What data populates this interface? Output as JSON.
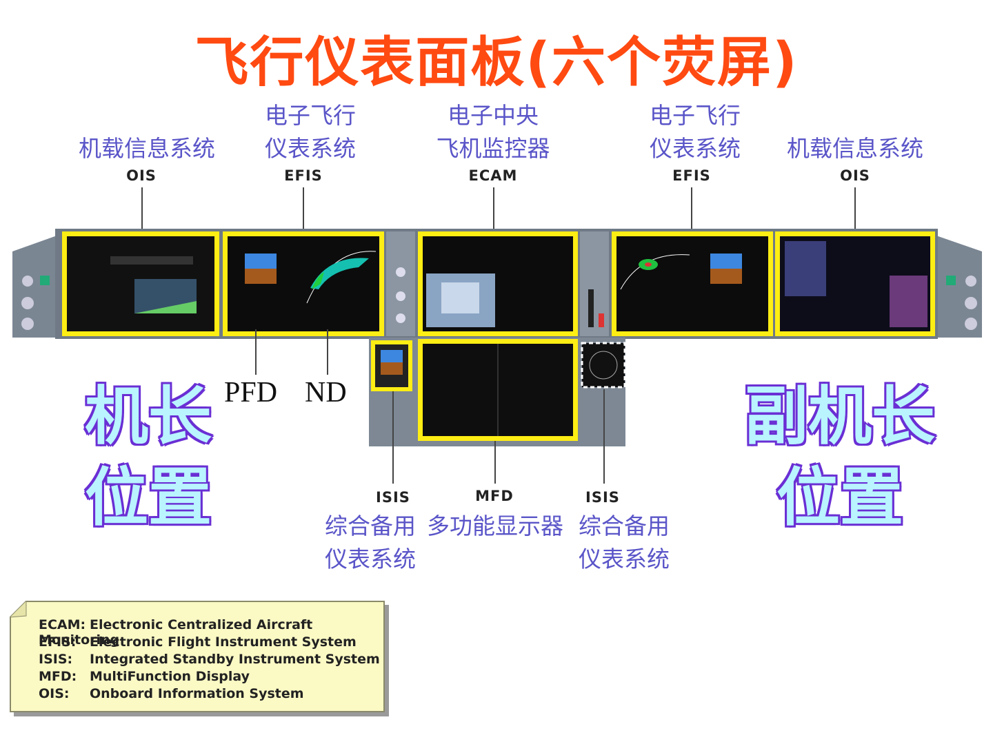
{
  "title": "飞行仪表面板(六个荧屏)",
  "top_labels": [
    {
      "cn": [
        "机载信息系统"
      ],
      "en": "OIS"
    },
    {
      "cn": [
        "电子飞行",
        "仪表系统"
      ],
      "en": "EFIS"
    },
    {
      "cn": [
        "电子中央",
        "飞机监控器"
      ],
      "en": "ECAM"
    },
    {
      "cn": [
        "电子飞行",
        "仪表系统"
      ],
      "en": "EFIS"
    },
    {
      "cn": [
        "机载信息系统"
      ],
      "en": "OIS"
    }
  ],
  "sub_labels": {
    "pfd": "PFD",
    "nd": "ND"
  },
  "bottom_labels": [
    {
      "en": "ISIS",
      "cn": [
        "综合备用",
        "仪表系统"
      ]
    },
    {
      "en": "MFD",
      "cn": [
        "多功能显示器"
      ]
    },
    {
      "en": "ISIS",
      "cn": [
        "综合备用",
        "仪表系统"
      ]
    }
  ],
  "captain": [
    "机长",
    "位置"
  ],
  "first_officer": [
    "副机长",
    "位置"
  ],
  "legend": [
    {
      "key": "ECAM:",
      "text": "Electronic Centralized Aircraft Monitoring"
    },
    {
      "key": "EFIS:",
      "text": "Electronic Flight Instrument System"
    },
    {
      "key": "ISIS:",
      "text": "Integrated Standby Instrument System"
    },
    {
      "key": "MFD:",
      "text": "MultiFunction Display"
    },
    {
      "key": "OIS:",
      "text": "Onboard Information System"
    }
  ],
  "colors": {
    "title": "#ff4a12",
    "label": "#5a55c8",
    "frame": "#ffee14",
    "panel": "#6f7a86"
  }
}
